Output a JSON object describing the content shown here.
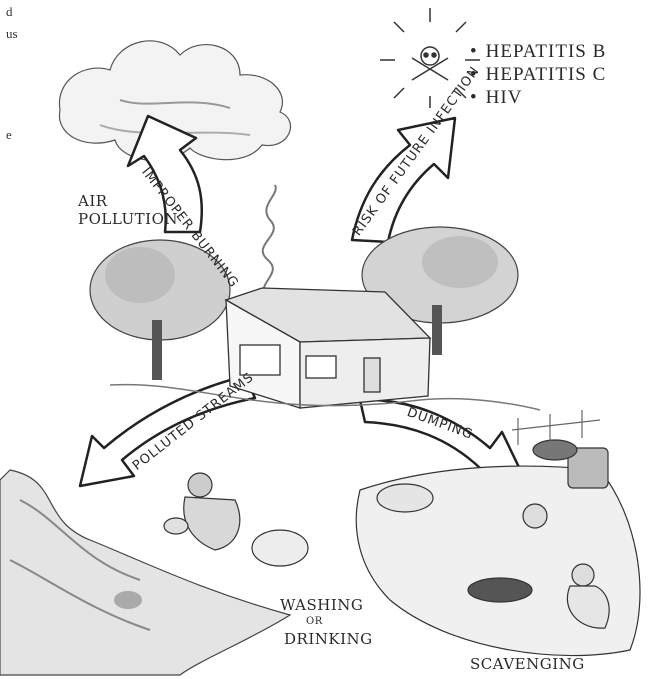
{
  "labels": {
    "air_pollution": "AIR POLLUTION",
    "improper_burning": "IMPROPER BURNING",
    "risk_of_future_infection": "RISK OF FUTURE INFECTION",
    "polluted_streams": "POLLUTED STREAMS",
    "dumping": "DUMPING",
    "washing_or_drinking_line1": "WASHING",
    "washing_or_drinking_or": "OR",
    "washing_or_drinking_line2": "DRINKING",
    "scavenging": "SCAVENGING"
  },
  "diseases": [
    "HEPATITIS B",
    "HEPATITIS C",
    "HIV"
  ],
  "left_edge_fragments": [
    "d",
    "us",
    "e"
  ],
  "icons": [
    "skull-crossbones-icon",
    "cloud-icon",
    "house-icon",
    "tree-icon"
  ]
}
